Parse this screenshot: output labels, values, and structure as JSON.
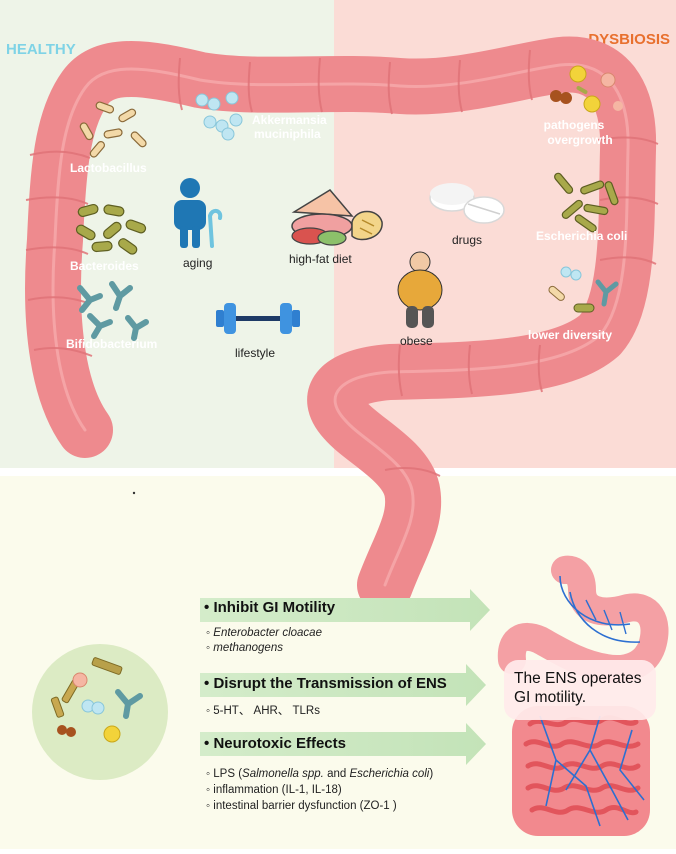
{
  "colors": {
    "healthy_bg": "#eef4e8",
    "dysbiosis_bg": "#fbdcd6",
    "bottom_bg": "#fbfbec",
    "colon": "#ee8a8e",
    "arrow": "#cfe8c4",
    "healthy_title": "#7fd3e6",
    "dysbiosis_title": "#e8702e"
  },
  "header": {
    "healthy": "HEALTHY",
    "dysbiosis": "DYSBIOSIS"
  },
  "healthy_labels": {
    "akkermansia_1": "Akkermansia",
    "akkermansia_2": "muciniphila",
    "lactobacillus": "Lactobacillus",
    "bacteroides": "Bacteroides",
    "bifidobacterium": "Bifidobacterium"
  },
  "dysbiosis_labels": {
    "pathogens_1": "pathogens",
    "pathogens_2": "overgrowth",
    "ecoli": "Escherichia coli",
    "lower_diversity": "lower diversity"
  },
  "factors": {
    "aging": "aging",
    "high_fat_diet": "high-fat diet",
    "drugs": "drugs",
    "obese": "obese",
    "lifestyle": "lifestyle"
  },
  "effects": [
    {
      "title": "Inhibit  GI Motility",
      "items": [
        "Enterobacter cloacae",
        "methanogens"
      ]
    },
    {
      "title": "Disrupt the Transmission of ENS",
      "items": [
        "5-HT、 AHR、 TLRs"
      ]
    },
    {
      "title": "Neurotoxic Effects",
      "lps": {
        "prefix": "LPS   (",
        "a": "Salmonella spp.",
        "mid": " and ",
        "b": "Escherichia coli",
        "suffix": ")"
      },
      "items": [
        "inflammation (IL-1, IL-18)",
        "intestinal barrier dysfunction (ZO-1    )"
      ]
    }
  ],
  "bullet": "•",
  "sub_bullet": "◦",
  "ens_text": "The ENS operates GI motility."
}
